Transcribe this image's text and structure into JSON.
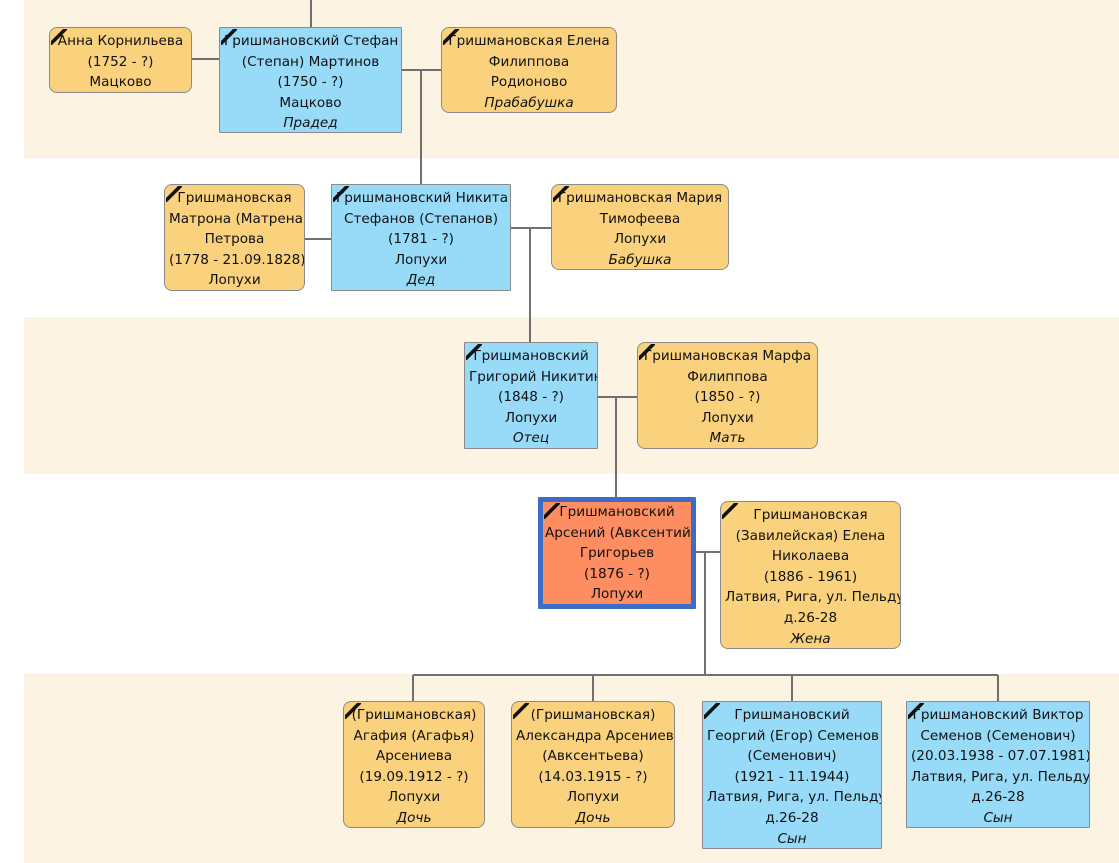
{
  "persons": [
    {
      "id": "p1",
      "lines": [
        "Анна Корнильева",
        "(1752 - ?)",
        "Мацково"
      ],
      "role": "",
      "deceased": true
    },
    {
      "id": "p2",
      "lines": [
        "Гришмановский Стефан",
        "(Степан) Мартинов",
        "(1750 - ?)",
        "Мацково"
      ],
      "role": "Прадед",
      "deceased": true
    },
    {
      "id": "p3",
      "lines": [
        "Гришмановская Елена",
        "Филиппова",
        "Родионово"
      ],
      "role": "Прабабушка",
      "deceased": true
    },
    {
      "id": "p4",
      "lines": [
        "Гришмановская",
        "Матрона (Матрена)",
        "Петрова",
        "(1778 - 21.09.1828)",
        "Лопухи"
      ],
      "role": "",
      "deceased": true
    },
    {
      "id": "p5",
      "lines": [
        "Гришмановский Никита",
        "Стефанов (Степанов)",
        "(1781 - ?)",
        "Лопухи"
      ],
      "role": "Дед",
      "deceased": true
    },
    {
      "id": "p6",
      "lines": [
        "Гришмановская Мария",
        "Тимофеева",
        "Лопухи"
      ],
      "role": "Бабушка",
      "deceased": true
    },
    {
      "id": "p7",
      "lines": [
        "Гришмановский",
        "Григорий Никитин",
        "(1848 - ?)",
        "Лопухи"
      ],
      "role": "Отец",
      "deceased": true
    },
    {
      "id": "p8",
      "lines": [
        "Гришмановская Марфа",
        "Филиппова",
        "(1850 - ?)",
        "Лопухи"
      ],
      "role": "Мать",
      "deceased": true
    },
    {
      "id": "p9",
      "lines": [
        "Гришмановский",
        "Арсений (Авксентий)",
        "Григорьев",
        "(1876 - ?)",
        "Лопухи"
      ],
      "role": "",
      "deceased": true
    },
    {
      "id": "p10",
      "lines": [
        "Гришмановская",
        "(Завилейская) Елена",
        "Николаева",
        "(1886 - 1961)",
        "Латвия, Рига, ул. Пельду",
        "д.26-28"
      ],
      "role": "Жена",
      "deceased": true
    },
    {
      "id": "p11",
      "lines": [
        "(Гришмановская)",
        "Агафия (Агафья)",
        "Арсениева",
        "(19.09.1912 - ?)",
        "Лопухи"
      ],
      "role": "Дочь",
      "deceased": true
    },
    {
      "id": "p12",
      "lines": [
        "(Гришмановская)",
        "Александра Арсениева",
        "(Авксентьева)",
        "(14.03.1915 - ?)",
        "Лопухи"
      ],
      "role": "Дочь",
      "deceased": true
    },
    {
      "id": "p13",
      "lines": [
        "Гришмановский",
        "Георгий (Егор) Семенов",
        "(Семенович)",
        "(1921 - 11.1944)",
        "Латвия, Рига, ул. Пельду",
        "д.26-28"
      ],
      "role": "Сын",
      "deceased": true
    },
    {
      "id": "p14",
      "lines": [
        "Гришмановский Виктор",
        "Семенов (Семенович)",
        "(20.03.1938 - 07.07.1981)",
        "Латвия, Рига, ул. Пельду",
        "д.26-28"
      ],
      "role": "Сын",
      "deceased": true
    }
  ],
  "colors": {
    "female": "#fad27d",
    "male": "#97dbf9",
    "focus": "#fe8d62",
    "focus_border": "#3d6cc6",
    "band": "#fdf3e3",
    "connector": "#707070"
  }
}
